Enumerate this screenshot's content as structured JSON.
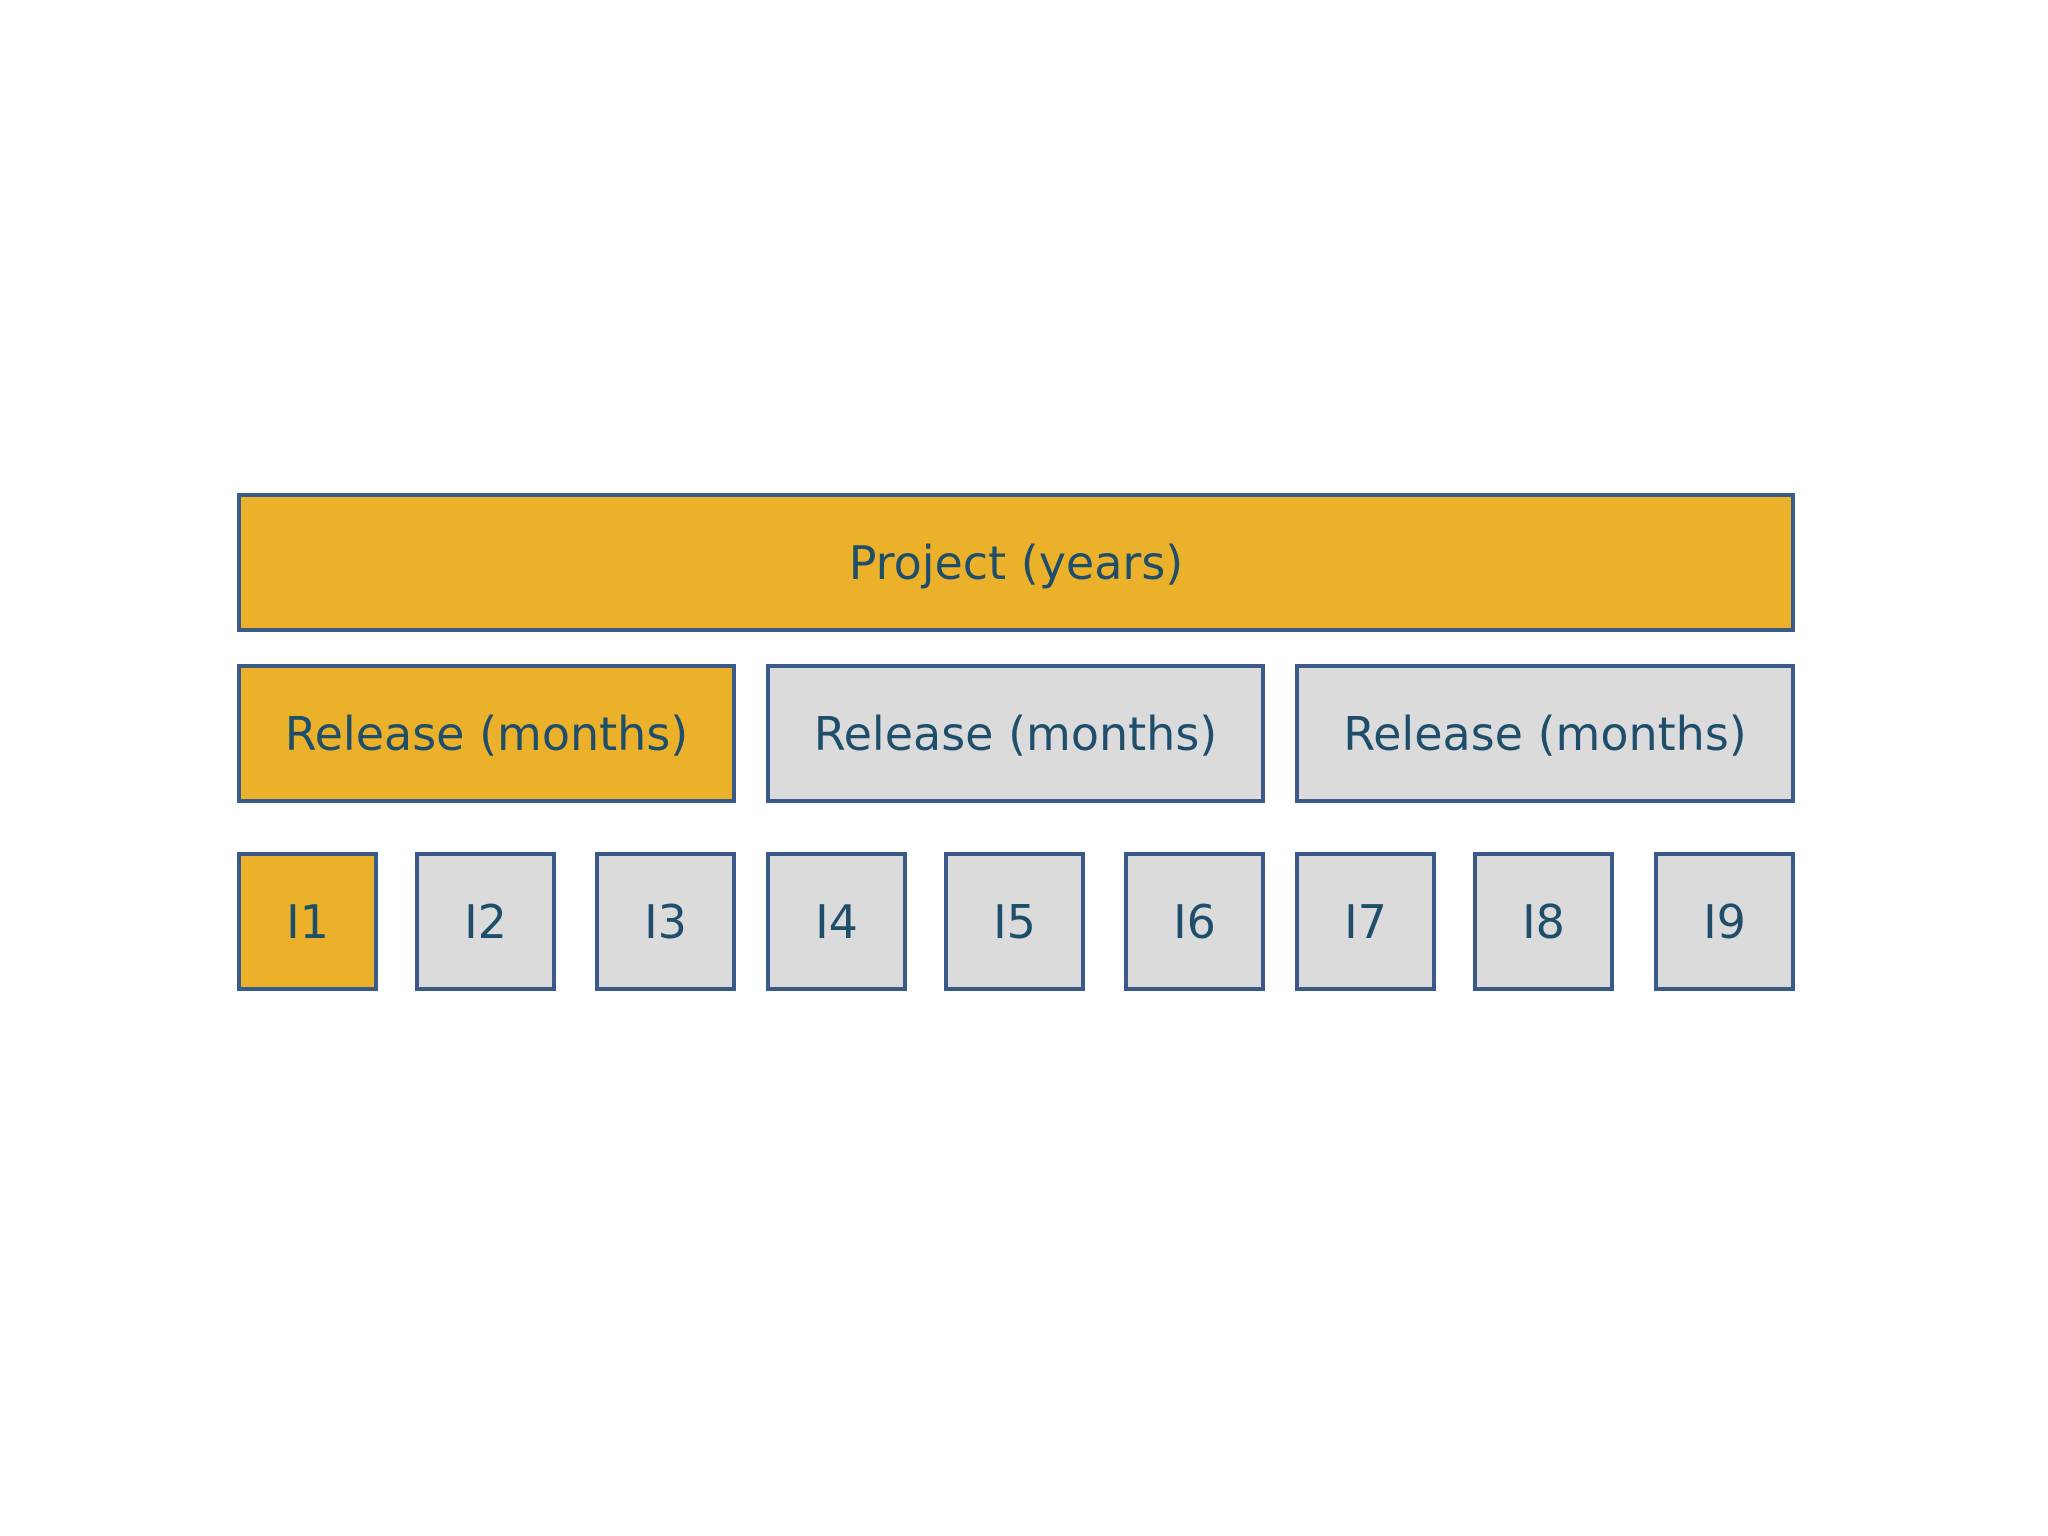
{
  "project": {
    "label": "Project (years)"
  },
  "releases": [
    {
      "label": "Release (months)"
    },
    {
      "label": "Release (months)"
    },
    {
      "label": "Release (months)"
    }
  ],
  "iterations": [
    {
      "label": "I1"
    },
    {
      "label": "I2"
    },
    {
      "label": "I3"
    },
    {
      "label": "I4"
    },
    {
      "label": "I5"
    },
    {
      "label": "I6"
    },
    {
      "label": "I7"
    },
    {
      "label": "I8"
    },
    {
      "label": "I9"
    }
  ],
  "colors": {
    "highlight": "#ebb12a",
    "inactive": "#dcdbdc",
    "border": "#3a5a8a",
    "text": "#1f4e6b"
  }
}
